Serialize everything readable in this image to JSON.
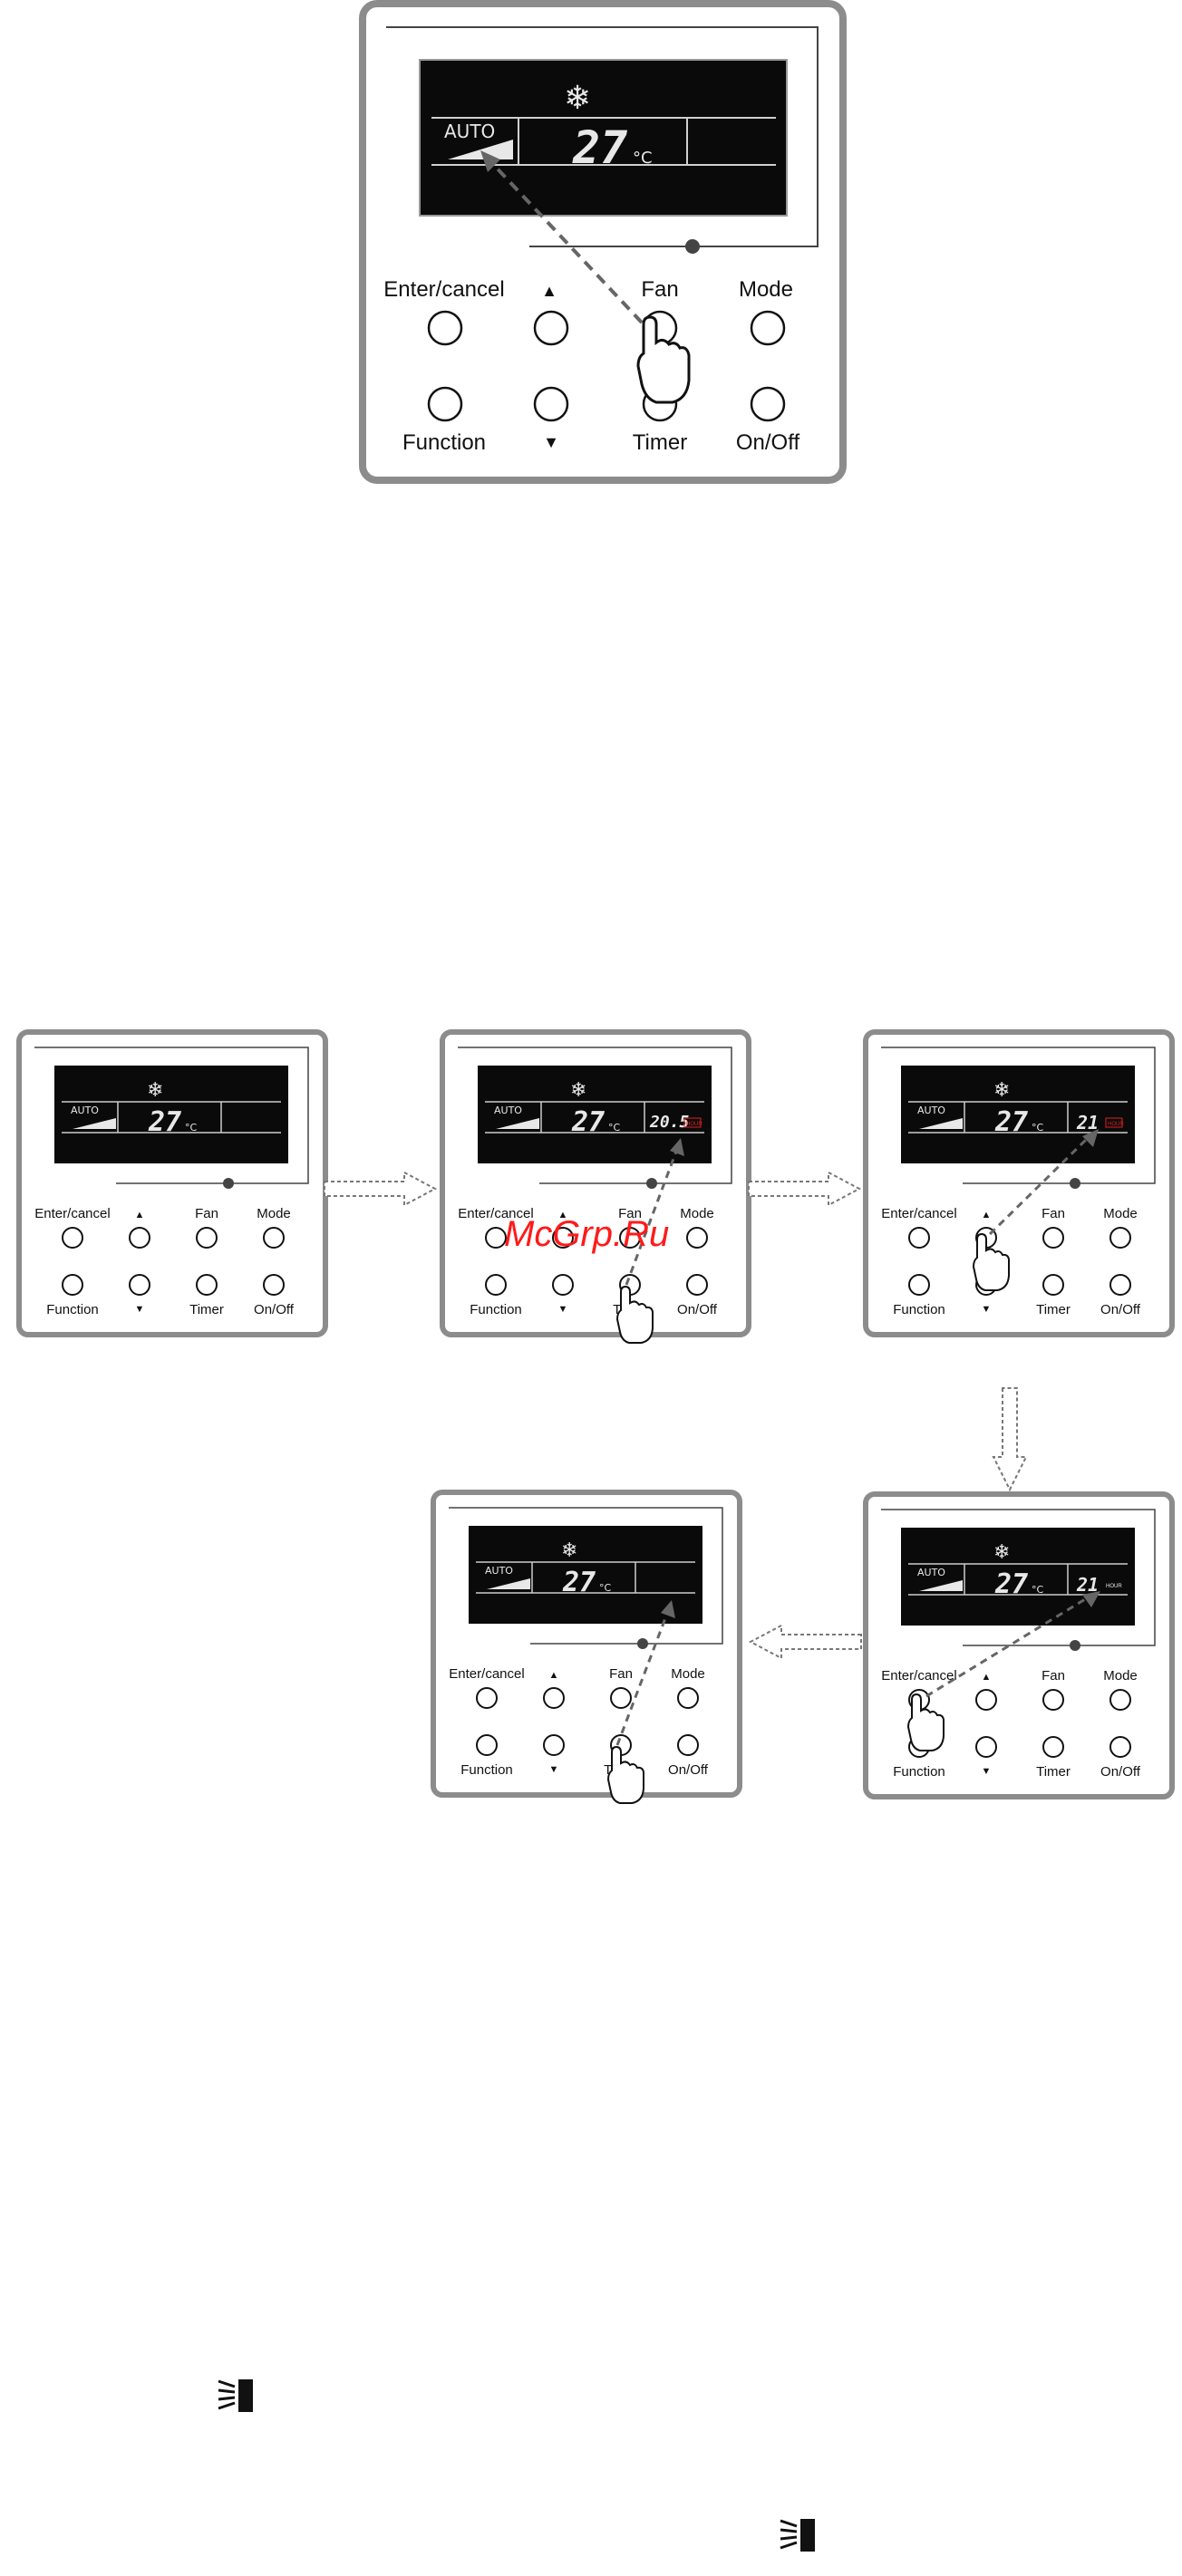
{
  "panel_labels": {
    "enter_cancel": "Enter/cancel",
    "up": "▲",
    "fan": "Fan",
    "mode": "Mode",
    "function": "Function",
    "down": "▼",
    "timer": "Timer",
    "on_off": "On/Off"
  },
  "display": {
    "auto": "AUTO",
    "temperature": "27",
    "unit": "°C",
    "snowflake": "❄"
  },
  "timer_display": {
    "panel_b": "20.5",
    "panel_c": "21",
    "panel_e": "21",
    "hour": "HOUR"
  },
  "watermark": "McGrp.Ru",
  "colors": {
    "bezel": "#8c8c8c",
    "lcd": "#0a0a0a",
    "lcd_text": "#e8e8e8",
    "hour_tag": "#e02020"
  },
  "icons": [
    "snowflake-icon",
    "hand-pointer-icon",
    "dashed-arrow",
    "flow-arrow-right",
    "flow-arrow-down",
    "flow-arrow-left",
    "swing-icon"
  ]
}
